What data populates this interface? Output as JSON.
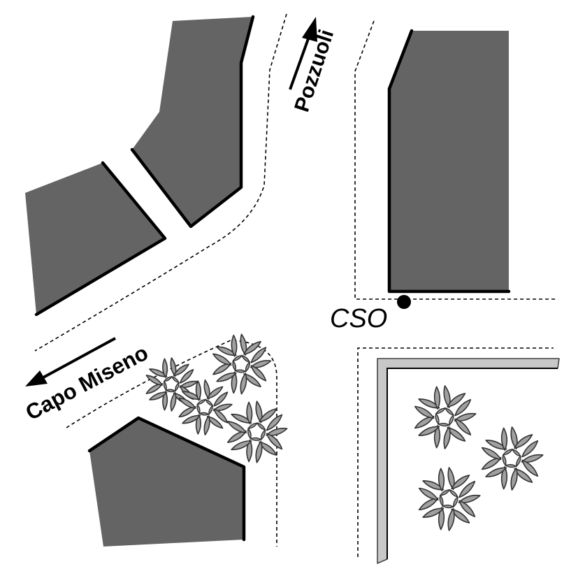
{
  "map": {
    "labels": {
      "pozzuoli": "Pozzuoli",
      "capo_miseno": "Capo Miseno",
      "cso": "CSO"
    },
    "colors": {
      "building": "#646464",
      "outline": "#000000",
      "wall_fill": "#c8c8c8",
      "tree_leaf": "#a0a0a0",
      "background": "#ffffff"
    },
    "icons": {
      "arrow_north": "arrow-up-right-icon",
      "arrow_west": "arrow-down-left-icon",
      "outfall_point": "filled-circle-icon",
      "tree": "tree-crown-icon"
    }
  }
}
